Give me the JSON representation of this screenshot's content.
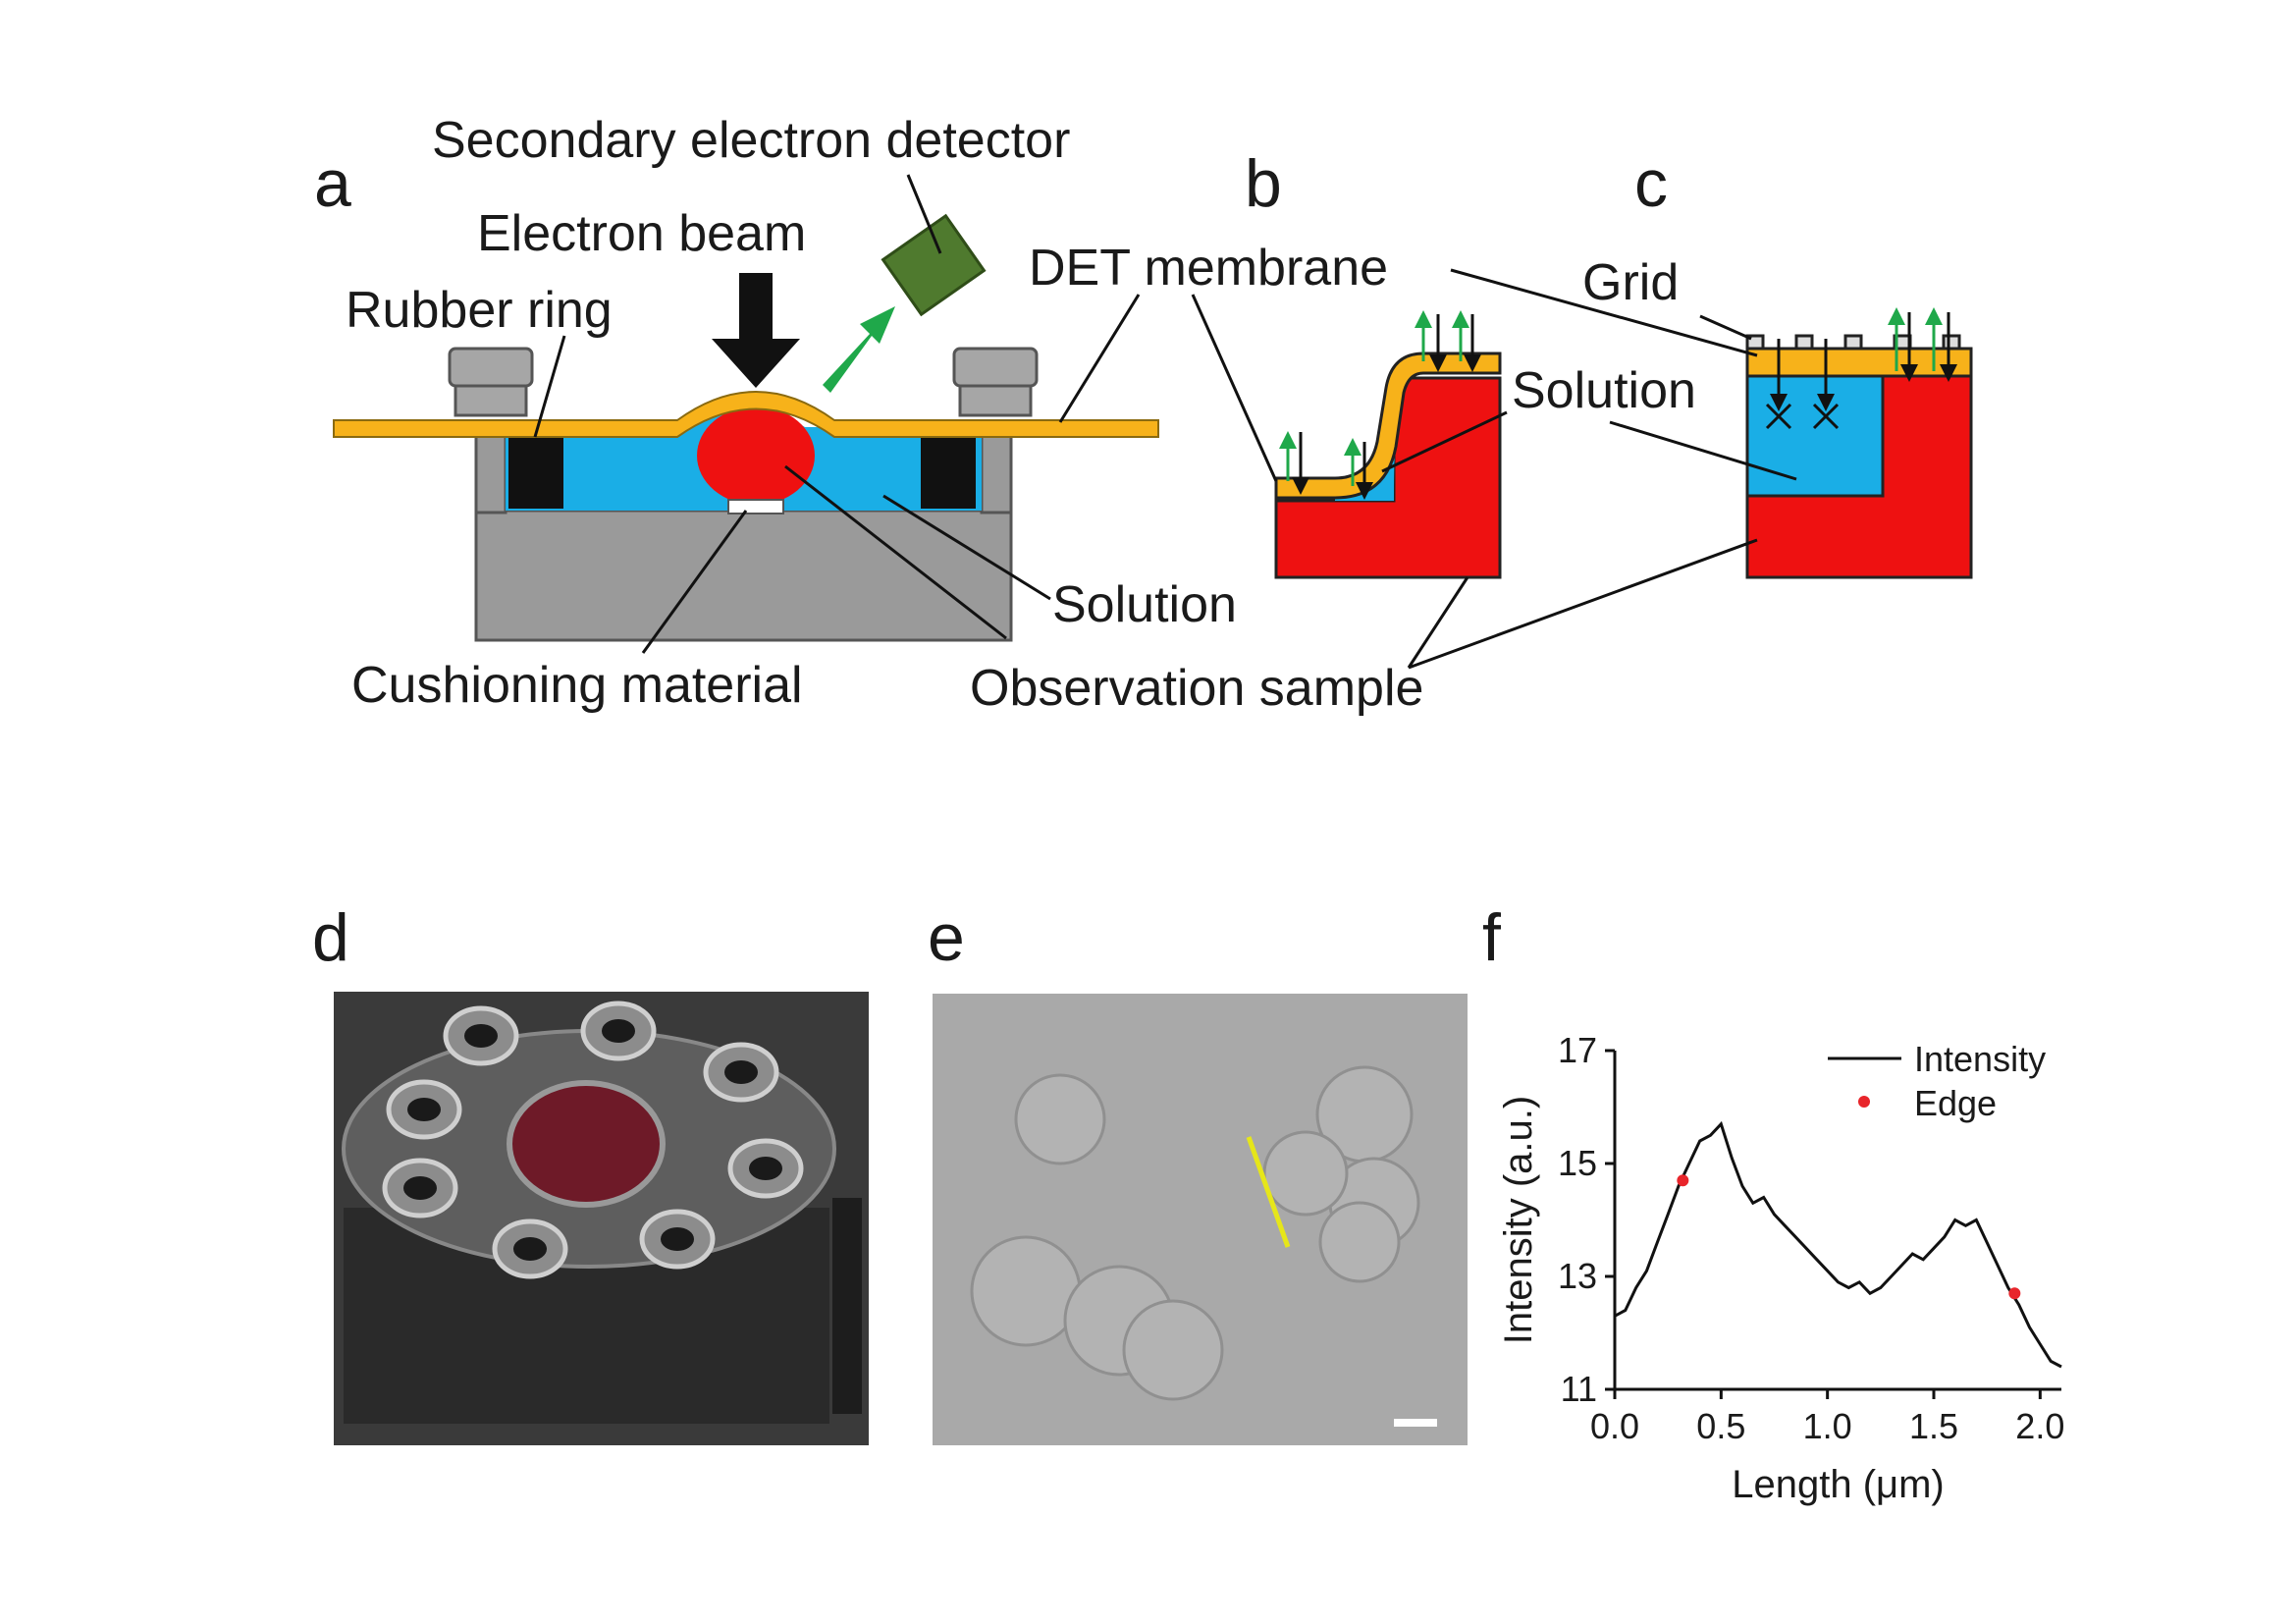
{
  "panels": {
    "a": {
      "letter": "a",
      "labels": {
        "secondary_detector": "Secondary electron detector",
        "electron_beam": "Electron beam",
        "rubber_ring": "Rubber ring",
        "solution": "Solution",
        "cushioning": "Cushioning material",
        "observation_sample": "Observation sample"
      }
    },
    "b": {
      "letter": "b",
      "labels": {
        "det_membrane": "DET membrane",
        "solution": "Solution"
      }
    },
    "c": {
      "letter": "c",
      "labels": {
        "grid": "Grid"
      }
    },
    "d": {
      "letter": "d"
    },
    "e": {
      "letter": "e"
    },
    "f": {
      "letter": "f"
    }
  },
  "colors": {
    "membrane": "#f7b21a",
    "solution": "#1aaee6",
    "sample": "#ee1111",
    "holder": "#9a9a9a",
    "holder_dark": "#777777",
    "rubber": "#111111",
    "detector": "#4f7a2e",
    "arrow_green": "#1fa84a",
    "trace": "#111111",
    "edge_marker": "#e8252b",
    "scan_line": "#e6e61a"
  },
  "chart_data": {
    "type": "line",
    "xlabel": "Length (μm)",
    "ylabel": "Intensity (a.u.)",
    "xlim": [
      0.0,
      2.1
    ],
    "ylim": [
      11,
      17
    ],
    "xticks": [
      "0.0",
      "0.5",
      "1.0",
      "1.5",
      "2.0"
    ],
    "yticks": [
      "11",
      "13",
      "15",
      "17"
    ],
    "legend_position": "top-right",
    "series": [
      {
        "name": "Intensity",
        "x": [
          0.0,
          0.05,
          0.1,
          0.15,
          0.2,
          0.25,
          0.3,
          0.35,
          0.4,
          0.45,
          0.5,
          0.55,
          0.6,
          0.65,
          0.7,
          0.75,
          0.8,
          0.85,
          0.9,
          0.95,
          1.0,
          1.05,
          1.1,
          1.15,
          1.2,
          1.25,
          1.3,
          1.35,
          1.4,
          1.45,
          1.5,
          1.55,
          1.6,
          1.65,
          1.7,
          1.75,
          1.8,
          1.85,
          1.9,
          1.95,
          2.0,
          2.05,
          2.1
        ],
        "y": [
          12.3,
          12.4,
          12.8,
          13.1,
          13.6,
          14.1,
          14.6,
          15.0,
          15.4,
          15.5,
          15.7,
          15.1,
          14.6,
          14.3,
          14.4,
          14.1,
          13.9,
          13.7,
          13.5,
          13.3,
          13.1,
          12.9,
          12.8,
          12.9,
          12.7,
          12.8,
          13.0,
          13.2,
          13.4,
          13.3,
          13.5,
          13.7,
          14.0,
          13.9,
          14.0,
          13.6,
          13.2,
          12.8,
          12.5,
          12.1,
          11.8,
          11.5,
          11.4
        ]
      },
      {
        "name": "Edge",
        "type": "scatter",
        "x": [
          0.32,
          1.88
        ],
        "y": [
          14.7,
          12.7
        ]
      }
    ]
  }
}
